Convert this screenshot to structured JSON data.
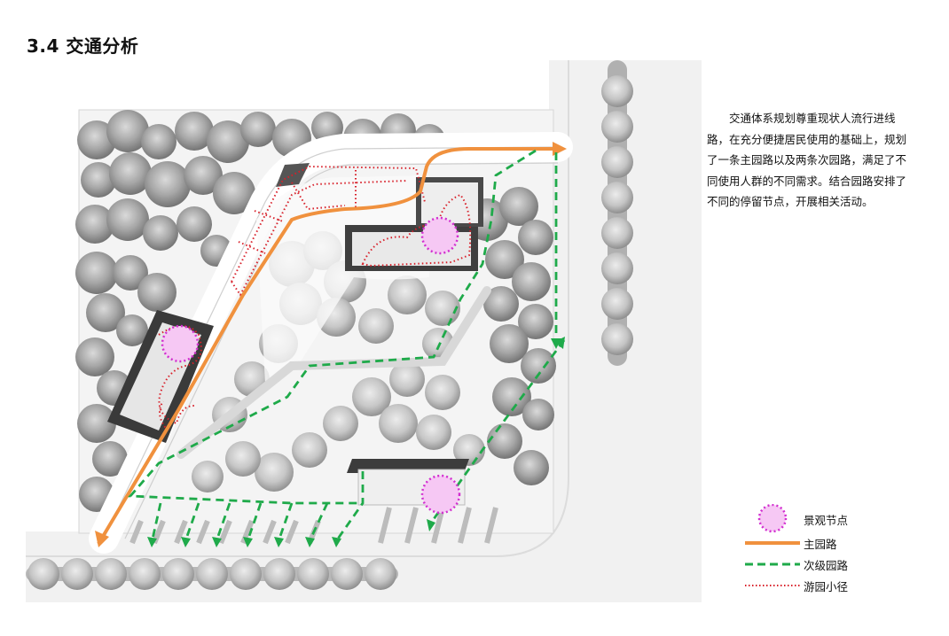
{
  "page": {
    "title": "3.4 交通分析",
    "description": "交通体系规划尊重现状人流行进线路，在充分便捷居民使用的基础上，规划了一条主园路以及两条次园路，满足了不同使用人群的不同需求。结合园路安排了不同的停留节点，开展相关活动。"
  },
  "legend": {
    "items": [
      {
        "label": "景观节点",
        "icon": "landscape-node-icon",
        "color": "#e040c8"
      },
      {
        "label": "主园路",
        "icon": "main-path-line-icon",
        "color": "#f0913e"
      },
      {
        "label": "次级园路",
        "icon": "secondary-path-line-icon",
        "color": "#1faa4a"
      },
      {
        "label": "游园小径",
        "icon": "garden-trail-line-icon",
        "color": "#d8202a"
      }
    ]
  },
  "colors": {
    "main_path": "#f0913e",
    "secondary_path": "#1faa4a",
    "trail": "#d8202a",
    "node_stroke": "#d22ed0",
    "node_fill": "#f6c8f4",
    "tree": "#9a9a9a",
    "road": "#f0f0f0"
  }
}
